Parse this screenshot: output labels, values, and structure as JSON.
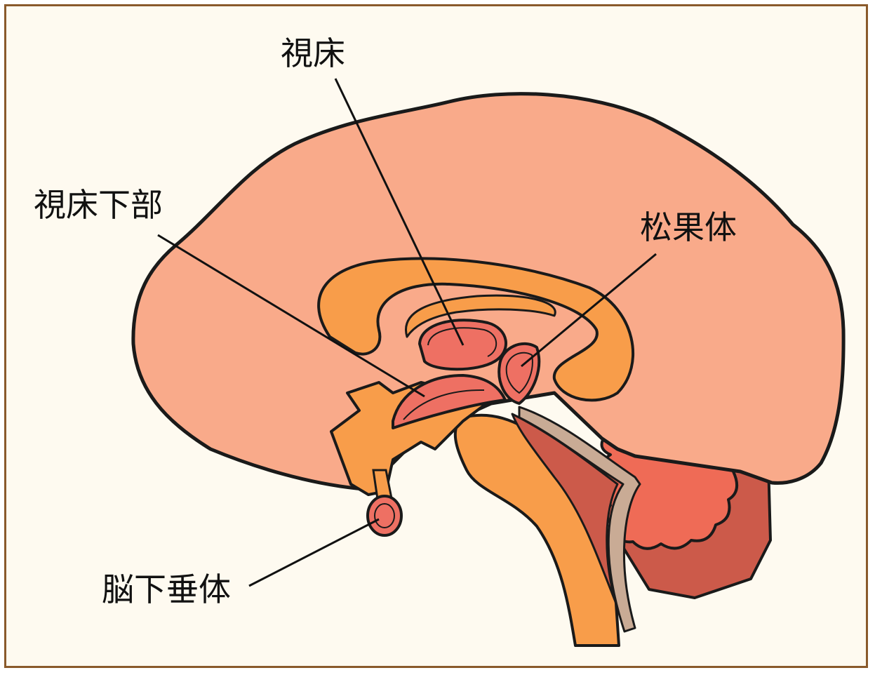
{
  "diagram": {
    "labels": {
      "thalamus": "視床",
      "hypothalamus": "視床下部",
      "pineal": "松果体",
      "pituitary": "脳下垂体"
    },
    "colors": {
      "background": "#fefaf0",
      "border": "#8a5a2b",
      "cerebrum": "#f9aa8a",
      "limbic": "#f89d4a",
      "thalamus": "#ee7063",
      "cerebellum": "#ef6b56",
      "cerebellum_shadow": "#cc5a4a",
      "ventricle": "#c9ab95",
      "outline": "#1a1a1a"
    }
  }
}
